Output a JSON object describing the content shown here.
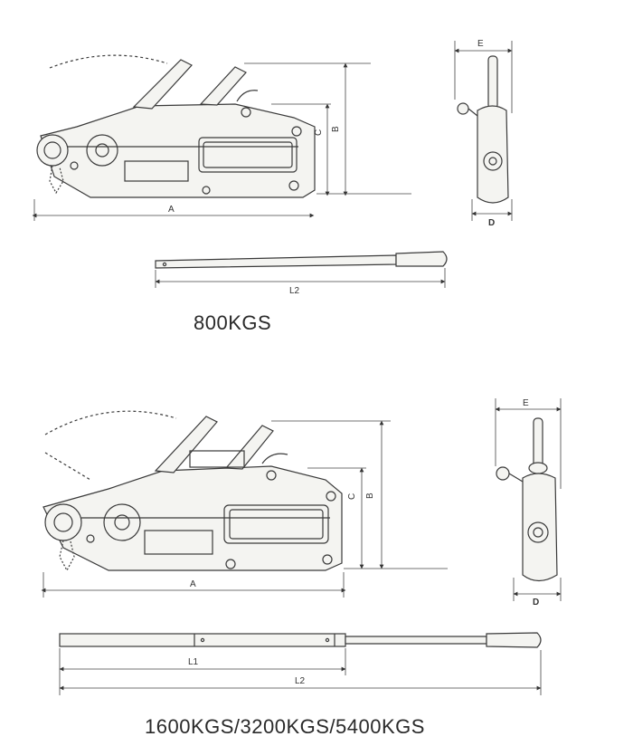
{
  "figure_top": {
    "caption": "800KGS",
    "dims": {
      "a": "A",
      "b": "B",
      "c": "C",
      "e": "E",
      "d": "D",
      "l2": "L2"
    }
  },
  "figure_bottom": {
    "caption": "1600KGS/3200KGS/5400KGS",
    "dims": {
      "a": "A",
      "b": "B",
      "c": "C",
      "e": "E",
      "d": "D",
      "l1": "L1",
      "l2": "L2"
    }
  },
  "colors": {
    "line": "#3a3a3a",
    "fill": "#f4f4f1"
  }
}
